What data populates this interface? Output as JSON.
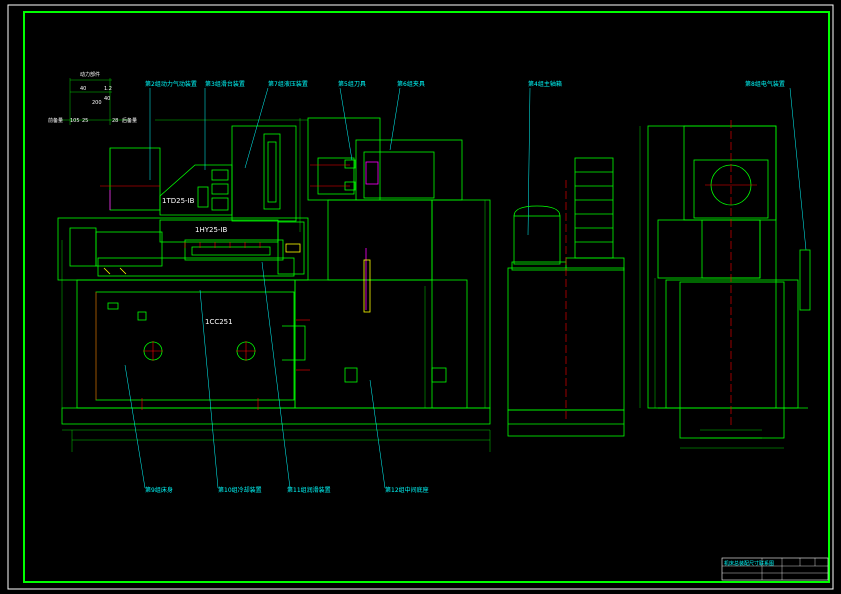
{
  "drawing": {
    "title_block_text": "机床总装配尺寸联系图"
  },
  "callouts": {
    "top": [
      "第2组动力气动装置",
      "第3组滑台装置",
      "第4组主轴箱",
      "第5组刀具",
      "第6组夹具"
    ],
    "mid": "第7组液压装置",
    "right": "第8组电气装置",
    "bottom": [
      "第9组床身",
      "第10组冷却装置",
      "第11组润滑装置",
      "第12组中间底座"
    ]
  },
  "models": {
    "unit_a": "1TD25-IB",
    "unit_b": "1HY25-IB",
    "base": "1CC251"
  },
  "dimensions": {
    "top_left": [
      "动力部件",
      "40",
      "200",
      "1.2",
      "40"
    ],
    "left_row": [
      "前备量",
      "105",
      "25",
      "28",
      "后备量"
    ]
  }
}
